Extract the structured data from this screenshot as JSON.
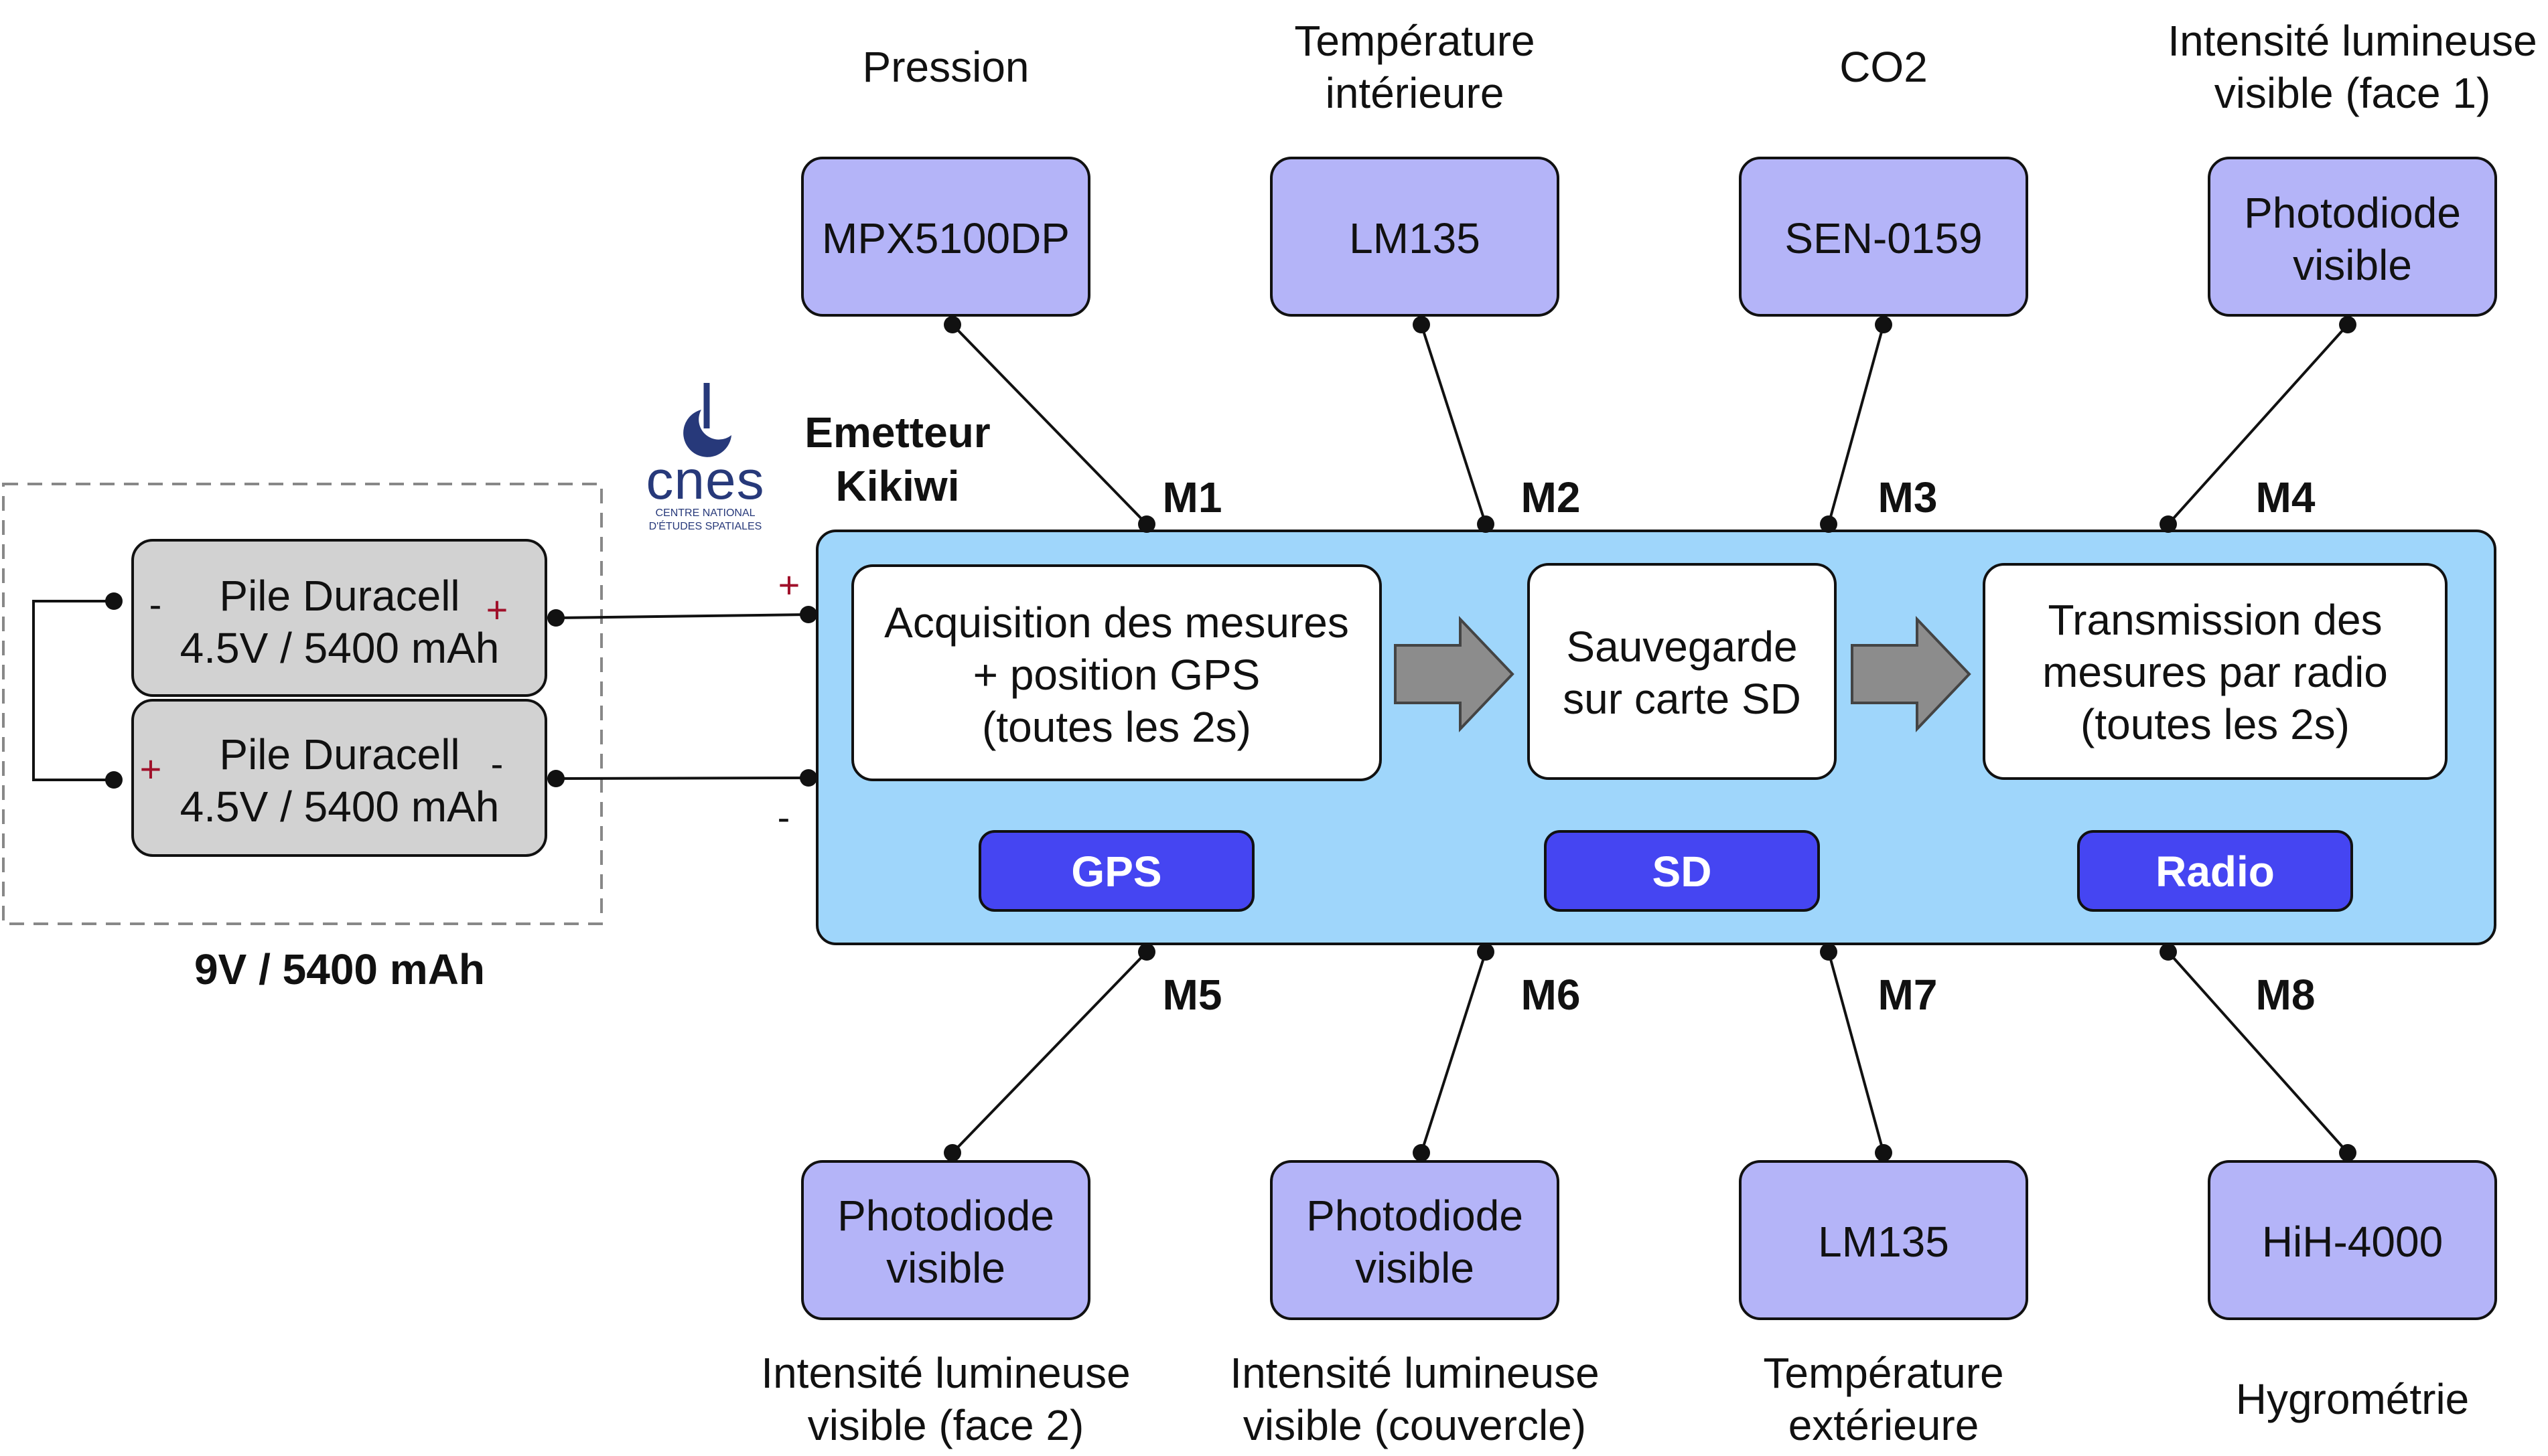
{
  "emitter": {
    "title_line1": "Emetteur",
    "title_line2": "Kikiwi",
    "stages": [
      {
        "lines": [
          "Acquisition des mesures",
          "+ position GPS",
          "(toutes les 2s)"
        ]
      },
      {
        "lines": [
          "Sauvegarde",
          "sur carte SD"
        ]
      },
      {
        "lines": [
          "Transmission des",
          "mesures par radio",
          "(toutes les 2s)"
        ]
      }
    ],
    "modules": [
      "GPS",
      "SD",
      "Radio"
    ],
    "plus": "+",
    "minus": "-"
  },
  "logo": {
    "name": "cnes",
    "line1": "CENTRE NATIONAL",
    "line2": "D'ÉTUDES SPATIALES"
  },
  "battery": {
    "cells": [
      {
        "line1": "Pile Duracell",
        "line2": "4.5V / 5400 mAh",
        "left_sign": "-",
        "right_sign": "+"
      },
      {
        "line1": "Pile Duracell",
        "line2": "4.5V / 5400 mAh",
        "left_sign": "+",
        "right_sign": "-"
      }
    ],
    "total": "9V / 5400 mAh"
  },
  "sensors_top": [
    {
      "port": "M1",
      "device": [
        "MPX5100DP"
      ],
      "measure": [
        "Pression"
      ]
    },
    {
      "port": "M2",
      "device": [
        "LM135"
      ],
      "measure": [
        "Température",
        "intérieure"
      ]
    },
    {
      "port": "M3",
      "device": [
        "SEN-0159"
      ],
      "measure": [
        "CO2"
      ]
    },
    {
      "port": "M4",
      "device": [
        "Photodiode",
        "visible"
      ],
      "measure": [
        "Intensité lumineuse",
        "visible (face 1)"
      ]
    }
  ],
  "sensors_bottom": [
    {
      "port": "M5",
      "device": [
        "Photodiode",
        "visible"
      ],
      "measure": [
        "Intensité lumineuse",
        "visible (face 2)"
      ]
    },
    {
      "port": "M6",
      "device": [
        "Photodiode",
        "visible"
      ],
      "measure": [
        "Intensité lumineuse",
        "visible (couvercle)"
      ]
    },
    {
      "port": "M7",
      "device": [
        "LM135"
      ],
      "measure": [
        "Température",
        "extérieure"
      ]
    },
    {
      "port": "M8",
      "device": [
        "HiH-4000"
      ],
      "measure": [
        "Hygrométrie"
      ]
    }
  ],
  "colors": {
    "sensor_fill": "#b4b4f8",
    "emitter_fill": "#9fd6fb",
    "module_fill": "#4545f2",
    "battery_fill": "#d2d2d2",
    "arrow_fill": "#8c8c8c",
    "logo_blue": "#27397a",
    "polarity_red": "#a0102a"
  }
}
